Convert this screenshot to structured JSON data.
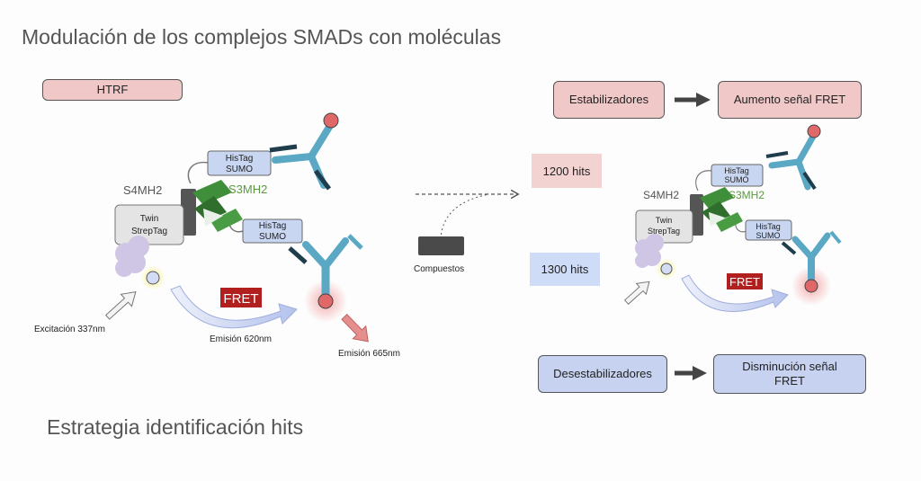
{
  "title": "Modulación de los complejos SMADs con moléculas",
  "subtitle": "Estrategia identificación hits",
  "colors": {
    "pink_box": "#f0c8c8",
    "blue_box": "#c6d2f0",
    "hits_pink": "#f3d2d2",
    "hits_blue": "#cfdcf7",
    "antibody": "#5aa8c4",
    "antibody_dark": "#1f3d4a",
    "smad3_green": "#3f8f3a",
    "smad3_label": "#5a9a3f",
    "fret_red": "#b11f1f",
    "acceptor_red": "#e06868",
    "donor_yellow": "#f6f08a",
    "twin_purple": "#cfc6e6"
  },
  "left_diagram": {
    "htrf_label": "HTRF",
    "s4mh2_label": "S4MH2",
    "s3mh2_label": "S3MH2",
    "histag_top": [
      "HisTag",
      "SUMO"
    ],
    "histag_bottom": [
      "HisTag",
      "SUMO"
    ],
    "twin_streptag": [
      "Twin",
      "StrepTag"
    ],
    "fret_label": "FRET",
    "excitation_label": "Excitación 337nm",
    "emission_620_label": "Emisión 620nm",
    "emission_665_label": "Emisión 665nm"
  },
  "middle": {
    "compounds_label": "Compuestos",
    "hits_1200": "1200 hits",
    "hits_1300": "1300 hits"
  },
  "right_diagram": {
    "s4mh2_label": "S4MH2",
    "s3mh2_label": "S3MH2",
    "histag_top": [
      "HisTag",
      "SUMO"
    ],
    "histag_bottom": [
      "HisTag",
      "SUMO"
    ],
    "twin_streptag": [
      "Twin",
      "StrepTag"
    ],
    "fret_label": "FRET"
  },
  "outcomes": {
    "stabilizers": "Estabilizadores",
    "increase_fret": "Aumento señal FRET",
    "destabilizers": "Desestabilizadores",
    "decrease_fret": [
      "Disminución señal",
      "FRET"
    ]
  }
}
